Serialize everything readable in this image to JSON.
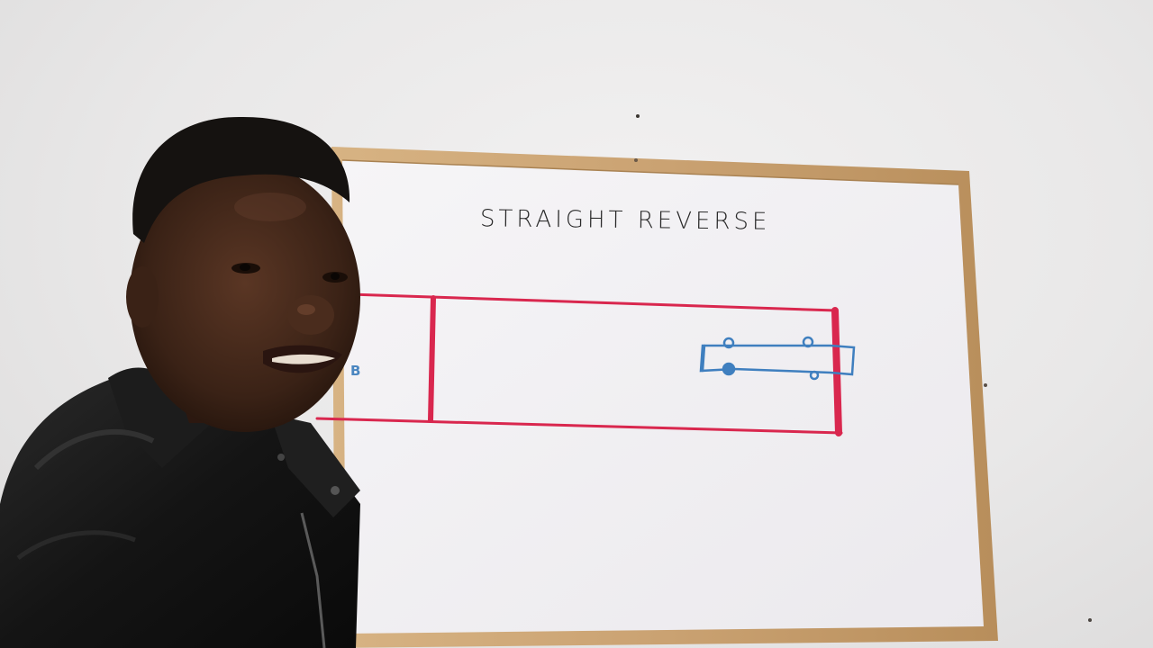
{
  "scene": {
    "description": "Man in black leather jacket standing beside a wood-framed whiteboard with a wiring diagram",
    "colors": {
      "wall": "#ebeaea",
      "board": "#f1f0f2",
      "frame": "#c9a274",
      "marker_red": "#d9274e",
      "marker_blue": "#3f7fbf",
      "marker_black": "#2a2a2a",
      "jacket": "#151515",
      "skin": "#3b2418"
    }
  },
  "whiteboard": {
    "title": "STRAIGHT REVERSE",
    "label": "B"
  }
}
